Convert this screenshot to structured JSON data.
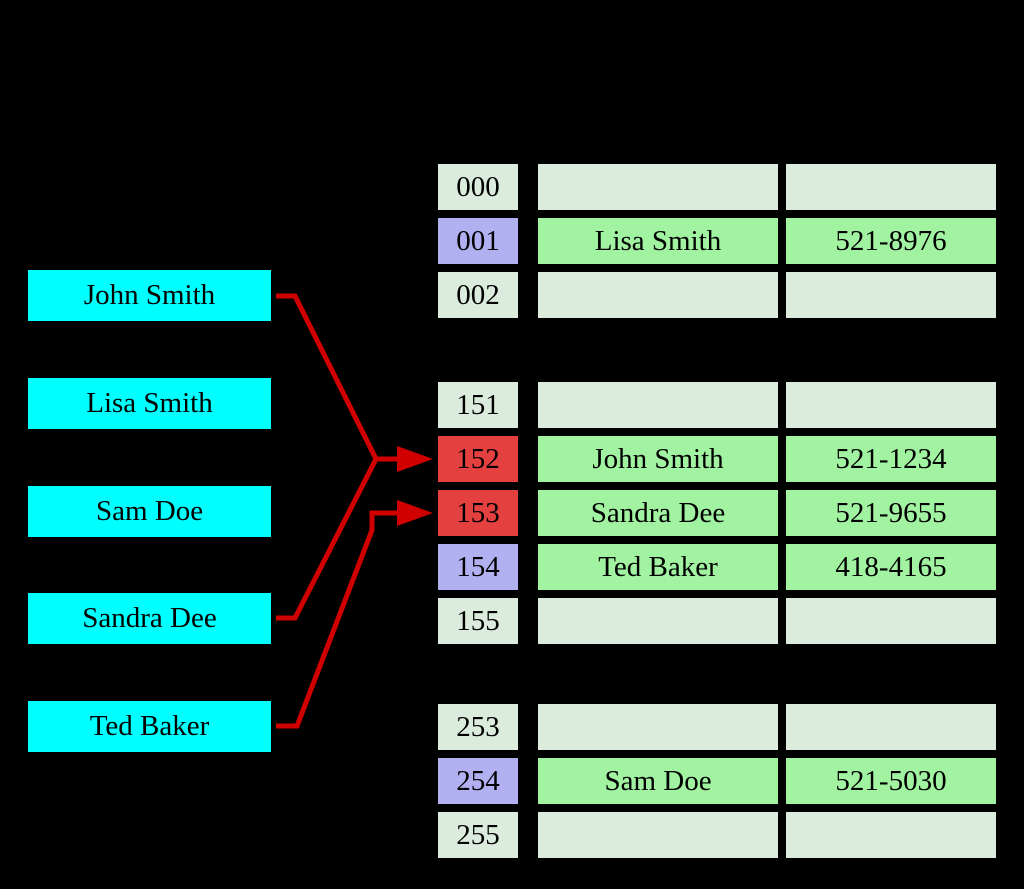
{
  "keys": [
    {
      "label": "John Smith"
    },
    {
      "label": "Lisa Smith"
    },
    {
      "label": "Sam Doe"
    },
    {
      "label": "Sandra Dee"
    },
    {
      "label": "Ted Baker"
    }
  ],
  "buckets": {
    "sections": [
      {
        "rows": [
          {
            "index": "000",
            "index_state": "empty",
            "name": "",
            "phone": ""
          },
          {
            "index": "001",
            "index_state": "direct",
            "name": "Lisa Smith",
            "phone": "521-8976"
          },
          {
            "index": "002",
            "index_state": "empty",
            "name": "",
            "phone": ""
          }
        ]
      },
      {
        "rows": [
          {
            "index": "151",
            "index_state": "empty",
            "name": "",
            "phone": ""
          },
          {
            "index": "152",
            "index_state": "collision",
            "name": "John Smith",
            "phone": "521-1234"
          },
          {
            "index": "153",
            "index_state": "collision",
            "name": "Sandra Dee",
            "phone": "521-9655"
          },
          {
            "index": "154",
            "index_state": "direct",
            "name": "Ted Baker",
            "phone": "418-4165"
          },
          {
            "index": "155",
            "index_state": "empty",
            "name": "",
            "phone": ""
          }
        ]
      },
      {
        "rows": [
          {
            "index": "253",
            "index_state": "empty",
            "name": "",
            "phone": ""
          },
          {
            "index": "254",
            "index_state": "direct",
            "name": "Sam Doe",
            "phone": "521-5030"
          },
          {
            "index": "255",
            "index_state": "empty",
            "name": "",
            "phone": ""
          }
        ]
      }
    ]
  },
  "arrows": [
    {
      "from": "John Smith",
      "to_bucket": "152"
    },
    {
      "from": "Sandra Dee",
      "to_bucket": "152"
    },
    {
      "from": "Ted Baker",
      "to_bucket": "153"
    }
  ],
  "colors": {
    "background": "#000000",
    "key_box": "#00ffff",
    "empty_cell": "#dcecdc",
    "occupied_cell": "#a1f3a1",
    "direct_index_cell": "#b1b1f1",
    "collision_index_cell": "#e54040",
    "arrow": "#d10000",
    "text": "#000000"
  }
}
